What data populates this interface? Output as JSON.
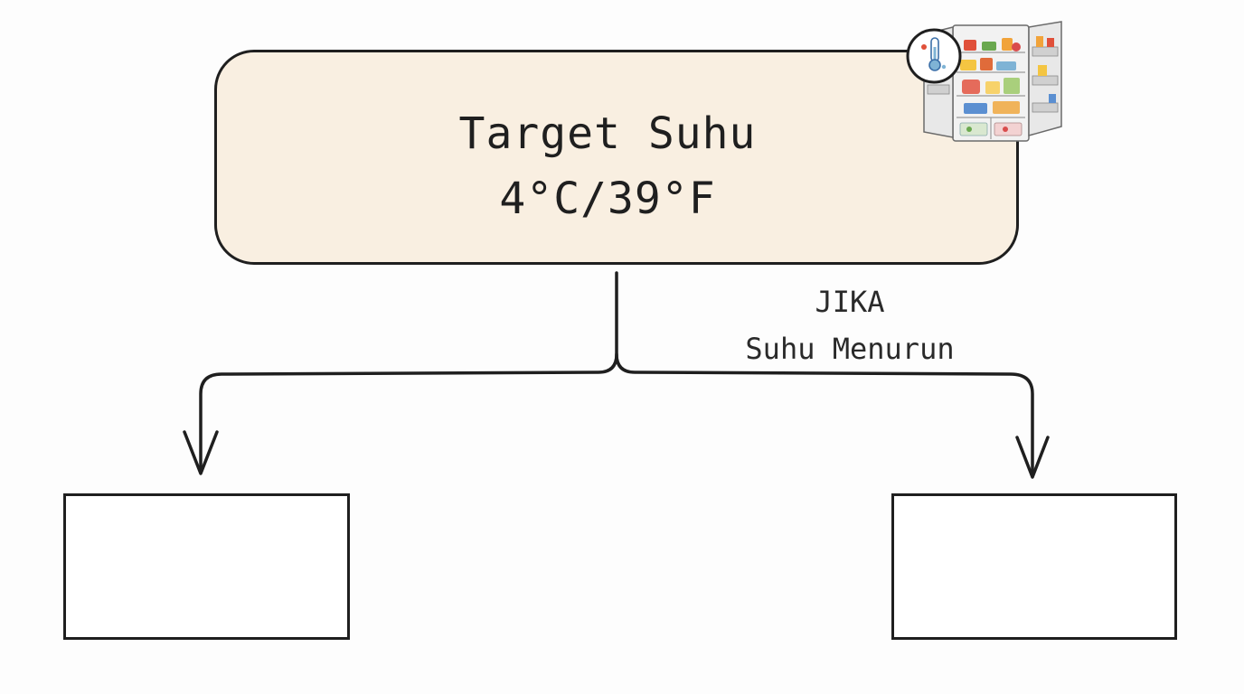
{
  "diagram": {
    "root": {
      "line1": "Target Suhu",
      "line2": "4°C/39°F"
    },
    "condition_right": {
      "line1": "JIKA",
      "line2": "Suhu Menurun"
    }
  },
  "colors": {
    "root_fill": "#f9efe1",
    "stroke": "#1f1f1f"
  },
  "icons": {
    "root_corner": "refrigerator-icon",
    "badge": "thermometer-icon"
  }
}
